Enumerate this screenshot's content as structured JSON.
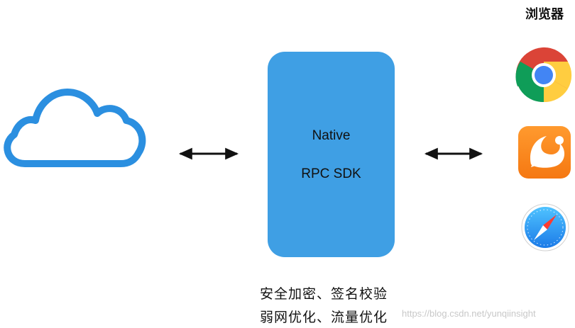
{
  "sdk": {
    "line1": "Native",
    "line2": "RPC SDK"
  },
  "browsers": {
    "title": "浏览器",
    "items": [
      {
        "icon": "chrome-icon"
      },
      {
        "icon": "uc-browser-icon"
      },
      {
        "icon": "safari-icon"
      }
    ]
  },
  "features": {
    "line1": "安全加密、签名校验",
    "line2": "弱网优化、流量优化"
  },
  "watermark": "https://blog.csdn.net/yunqiinsight",
  "colors": {
    "cloud": "#2b8fe0",
    "sdk_box": "#3f9fe4",
    "arrow": "#111111"
  }
}
